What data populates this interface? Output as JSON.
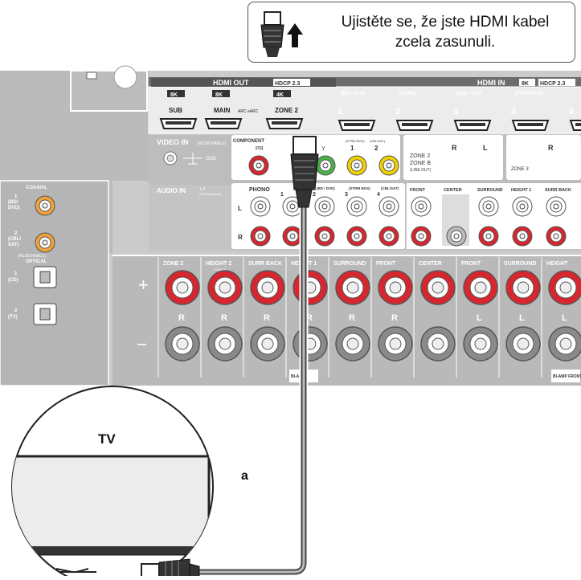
{
  "instruction": {
    "line1": "Ujistěte se, že jste HDMI kabel",
    "line2": "zcela zasunuli."
  },
  "hdmi_out": {
    "title": "HDMI OUT",
    "hdcp": "HDCP 2.3",
    "ports": [
      {
        "res": "8K",
        "label": "SUB"
      },
      {
        "res": "8K",
        "label": "MAIN",
        "sub": "ARC eARC"
      },
      {
        "res": "4K",
        "label": "ZONE 2"
      }
    ]
  },
  "hdmi_in": {
    "title": "HDMI IN",
    "res": "8K",
    "hdcp": "HDCP 2.3",
    "ports": [
      {
        "num": "1",
        "name": "(BD / DVD)"
      },
      {
        "num": "2",
        "name": "(GAME)"
      },
      {
        "num": "3",
        "name": "(CBL / SAT)"
      },
      {
        "num": "4",
        "name": "(STRM BOX)"
      },
      {
        "num": "5",
        "name": ""
      }
    ]
  },
  "video_in": {
    "label": "VIDEO IN",
    "sub": "(ASSIGNABLE)",
    "gnd": "GND"
  },
  "component": {
    "label": "COMPONENT",
    "pr": "PR",
    "y": "Y"
  },
  "composite": [
    {
      "num": "1",
      "name": "(STRM BOX)"
    },
    {
      "num": "2",
      "name": "(CBL/SAT)"
    }
  ],
  "zone2_line": {
    "label1": "ZONE 2",
    "label2": "ZONE B",
    "label3": "(LINE OUT)",
    "r": "R",
    "l": "L"
  },
  "zone3": {
    "label": "ZONE 3",
    "r": "R"
  },
  "audio_in": {
    "label": "AUDIO IN",
    "sub": "(ASSIGNABLE)",
    "range": "1-4",
    "phono": "PHONO",
    "l": "L",
    "r": "R",
    "groups": [
      "(BD / DVD)",
      "(STRM BOX)",
      "(CBL/SAT)"
    ],
    "nums": [
      "1",
      "2",
      "3",
      "4"
    ]
  },
  "preout": [
    "FRONT",
    "CENTER",
    "SURROUND",
    "HEIGHT 1",
    "SURR BACK"
  ],
  "coaxial": {
    "label": "COAXIAL",
    "ports": [
      {
        "num": "1",
        "name": "(BD/\nDVD)"
      },
      {
        "num": "2",
        "name": "(CBL/\nSAT)"
      }
    ]
  },
  "optical": {
    "label": "OPTICAL",
    "sub": "(ASSIGNABLE)",
    "ports": [
      {
        "num": "1",
        "name": "(CD)"
      },
      {
        "num": "2",
        "name": "(TV)"
      }
    ]
  },
  "speakers": [
    {
      "name": "ZONE 2",
      "ch": "R"
    },
    {
      "name": "HEIGHT 2",
      "sub": "ZONE B",
      "ch": "R"
    },
    {
      "name": "SURR BACK",
      "ch": "R"
    },
    {
      "name": "HEIGHT 1",
      "ch": "R"
    },
    {
      "name": "SURROUND",
      "ch": "R"
    },
    {
      "name": "FRONT",
      "ch": "R"
    },
    {
      "name": "CENTER",
      "ch": ""
    },
    {
      "name": "FRONT",
      "ch": "L"
    },
    {
      "name": "SURROUND",
      "ch": "L"
    },
    {
      "name": "HEIGHT",
      "ch": "L"
    }
  ],
  "bottom_tags": [
    "BI-AMP",
    "BI-AMP FRONT"
  ],
  "plus": "+",
  "minus": "−",
  "tv_label": "TV",
  "cable_label": "a",
  "colors": {
    "panel": "#c9c9c9",
    "panel_dark": "#7d7d7d",
    "red": "#d8262f",
    "green": "#49b34a",
    "yellow": "#efd200",
    "cable": "#444444"
  }
}
